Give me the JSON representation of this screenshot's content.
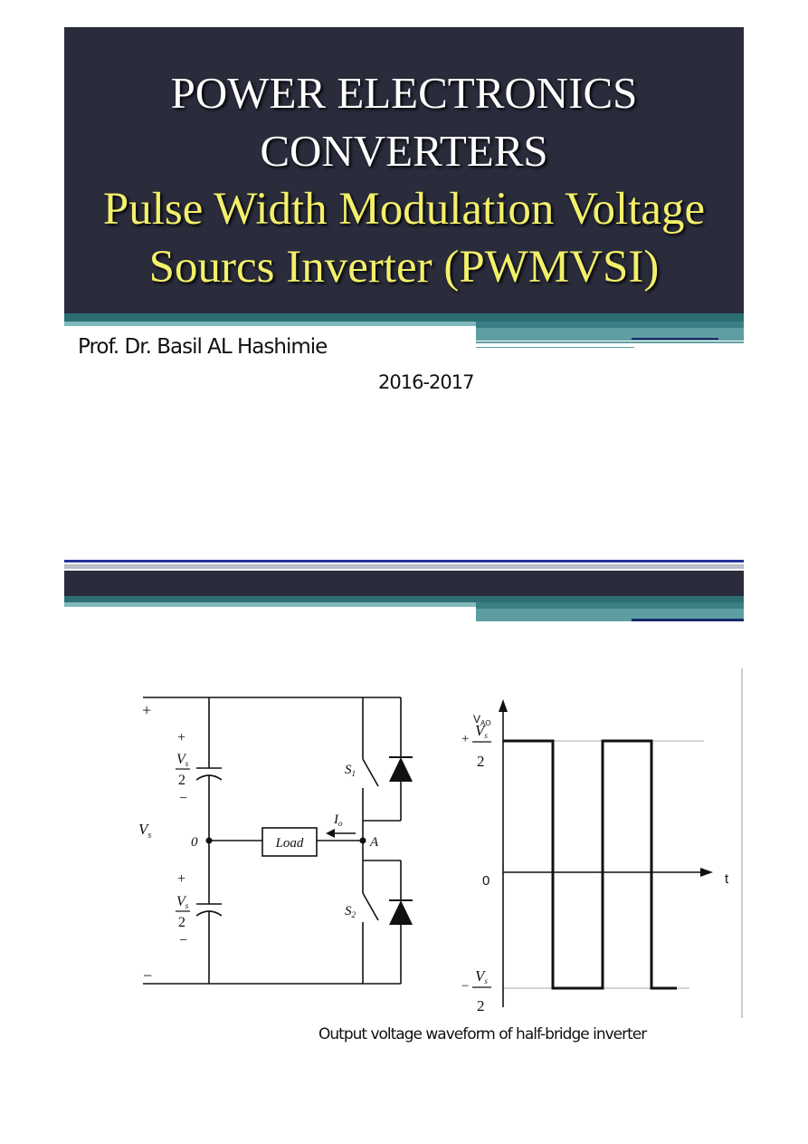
{
  "slide1": {
    "title_lines": [
      "POWER ELECTRONICS",
      "CONVERTERS",
      "Pulse Width Modulation  Voltage",
      "Sourcs Inverter (PWMVSI)"
    ],
    "author": "Prof. Dr. Basil AL Hashimie",
    "years": "2016-2017"
  },
  "slide2": {
    "circuit": {
      "plus_top": "+",
      "minus_bottom": "−",
      "vs_label": "V",
      "vs_sub": "s",
      "cap_top": {
        "plus": "+",
        "num": "V",
        "num_sub": "s",
        "den": "2",
        "minus": "−"
      },
      "cap_bottom": {
        "plus": "+",
        "num": "V",
        "num_sub": "s",
        "den": "2",
        "minus": "−"
      },
      "node_o": "0",
      "load": "Load",
      "current": "I",
      "current_sub": "o",
      "node_a": "A",
      "s1": "S",
      "s1_sub": "1",
      "s2": "S",
      "s2_sub": "2"
    },
    "waveform": {
      "y_axis_label": "V",
      "y_axis_sub": "AO",
      "x_axis_label": "t",
      "zero_label": "0",
      "top_level": {
        "sign": "+",
        "num": "V",
        "num_sub": "s",
        "den": "2"
      },
      "bottom_level": {
        "sign": "−",
        "num": "V",
        "num_sub": "s",
        "den": "2"
      }
    },
    "caption": "Output voltage waveform of half-bridge inverter"
  },
  "colors": {
    "title_bg": "#2a2c3c",
    "title_white": "#ffffff",
    "title_yellow": "#f3f06a",
    "teal_dark": "#2c6e72",
    "teal_light": "#7fb9bc",
    "navy": "#1a2a6c"
  }
}
